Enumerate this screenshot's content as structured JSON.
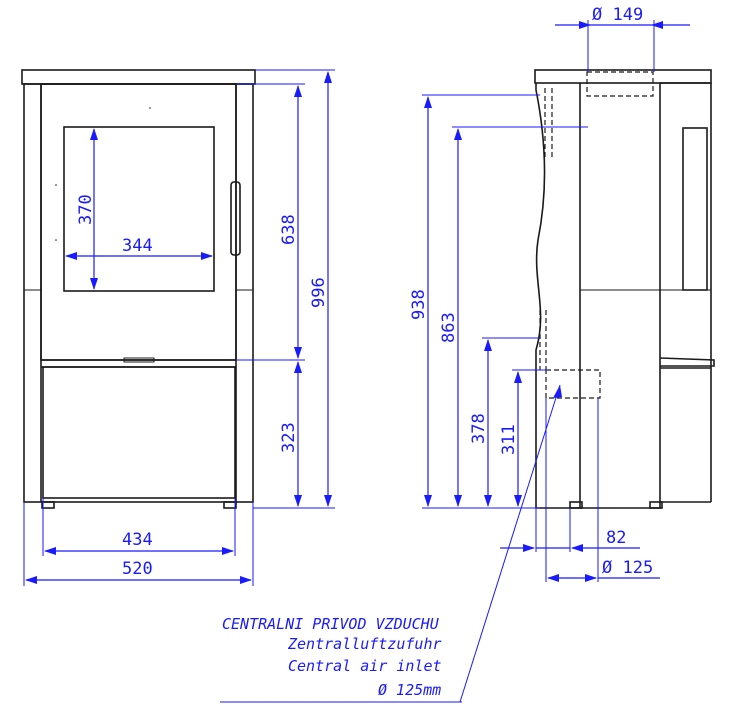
{
  "colors": {
    "outline": "#1a1a1a",
    "dimension": "#1a1aff",
    "background": "#ffffff"
  },
  "front_view": {
    "glass_height": "370",
    "glass_width": "344",
    "upper_height": "638",
    "lower_height": "323",
    "total_height": "996",
    "inner_width": "434",
    "total_width": "520"
  },
  "side_view": {
    "flue_diameter": "Ø 149",
    "top_outlet_height": "938",
    "rear_outlet_height": "863",
    "air_inlet_upper_height": "378",
    "air_inlet_height": "311",
    "inlet_offset": "82",
    "inlet_diameter": "Ø 125"
  },
  "note": {
    "line_cz": "CENTRALNI PRIVOD VZDUCHU",
    "line_de": "Zentralluftzufuhr",
    "line_en": "Central air inlet",
    "line_dia": "Ø 125mm"
  }
}
